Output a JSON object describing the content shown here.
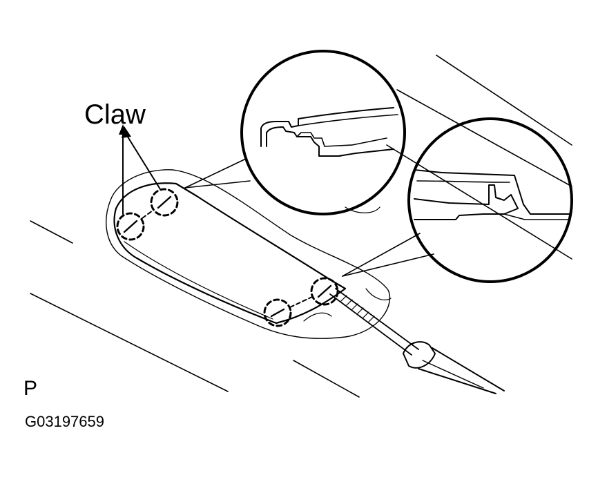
{
  "callout": {
    "claw_label": "Claw"
  },
  "view_letter": "P",
  "figure_code": "G03197659",
  "colors": {
    "ink": "#000000",
    "background": "#ffffff"
  }
}
